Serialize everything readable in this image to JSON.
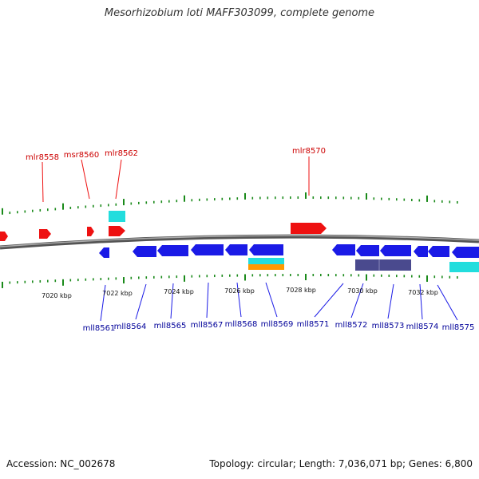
{
  "title": "Mesorhizobium loti MAFF303099, complete genome",
  "footer": {
    "accession": "Accession: NC_002678",
    "summary": "Topology: circular; Length: 7,036,071 bp; Genes: 6,800"
  },
  "colors": {
    "forward_gene": "#ee1111",
    "reverse_gene": "#1a1ae6",
    "genome_line": "#777777",
    "tick": "#1a8a1a",
    "cyan_feature": "#22dddd",
    "orange_feature": "#ff9900",
    "slate_feature": "#4a4a8e"
  },
  "scale_labels": [
    "7020 kbp",
    "7022 kbp",
    "7024 kbp",
    "7026 kbp",
    "7028 kbp",
    "7030 kbp",
    "7032 kbp"
  ],
  "forward_gene_labels": [
    "mlr8558",
    "msr8560",
    "mlr8562",
    "mlr8570"
  ],
  "reverse_gene_labels": [
    "mll8561",
    "mll8564",
    "mll8565",
    "mll8567",
    "mll8568",
    "mll8569",
    "mll8571",
    "mll8572",
    "mll8573",
    "mll8574",
    "mll8575"
  ]
}
